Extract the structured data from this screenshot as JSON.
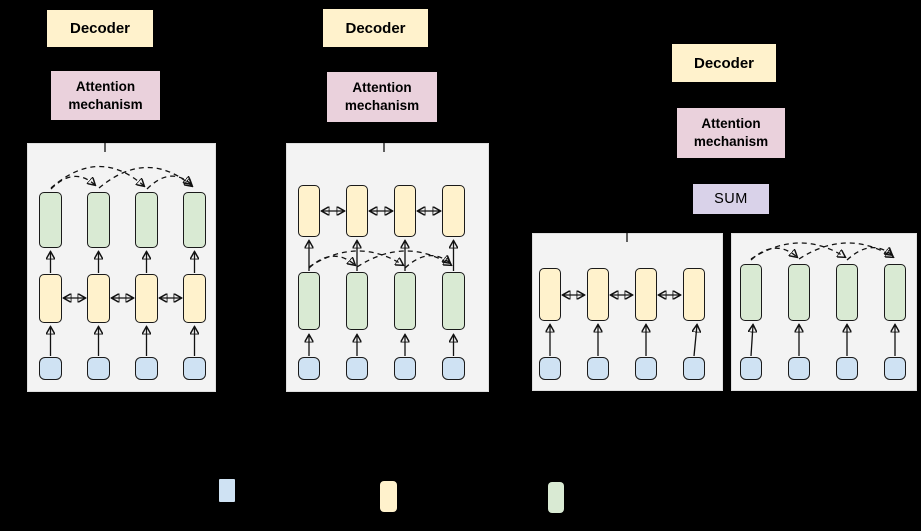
{
  "colors": {
    "background": "#000000",
    "panel": "#f3f3f3",
    "decoder_fill": "#fff2cc",
    "attention_fill": "#ead1dc",
    "sum_fill": "#d9d2e9",
    "blue_block": "#cfe2f3",
    "yellow_block": "#fff2cc",
    "green_block": "#d9ead3",
    "connector_stroke": "#111111"
  },
  "sections": [
    {
      "id": "left",
      "decoder_label": "Decoder",
      "attention_label": "Attention mechanism"
    },
    {
      "id": "middle",
      "decoder_label": "Decoder",
      "attention_label": "Attention mechanism"
    },
    {
      "id": "right",
      "decoder_label": "Decoder",
      "attention_label": "Attention mechanism",
      "sum_label": "SUM"
    }
  ],
  "diagram": {
    "type": "architecture-comparison",
    "panels": [
      {
        "index": 1,
        "section": "left",
        "columns": 4,
        "rows_bottom_to_top": [
          "blue",
          "yellow",
          "green"
        ],
        "yellow_row_links": "horizontal-bidirectional-arrows",
        "green_row_links": "dashed-attention-arcs",
        "vertical_links": [
          "blue-to-yellow-up-arrows",
          "yellow-to-green-up-arrows"
        ]
      },
      {
        "index": 2,
        "section": "middle",
        "columns": 4,
        "rows_bottom_to_top": [
          "blue",
          "green",
          "yellow"
        ],
        "yellow_row_links": "horizontal-bidirectional-arrows",
        "green_row_links": "dashed-attention-arcs",
        "vertical_links": [
          "blue-to-green-up-arrows",
          "green-to-yellow-up-arrows"
        ]
      },
      {
        "index": 3,
        "section": "right",
        "columns": 4,
        "rows_bottom_to_top": [
          "blue",
          "yellow"
        ],
        "yellow_row_links": "horizontal-bidirectional-arrows",
        "vertical_links": [
          "blue-to-yellow-up-arrows"
        ]
      },
      {
        "index": 4,
        "section": "right",
        "columns": 4,
        "rows_bottom_to_top": [
          "blue",
          "green"
        ],
        "green_row_links": "dashed-attention-arcs",
        "vertical_links": [
          "blue-to-green-up-arrows"
        ]
      }
    ],
    "dashed_arcs_pattern": [
      "1-to-2",
      "1-to-3",
      "2-to-4",
      "3-to-4"
    ]
  },
  "legend": {
    "items": [
      {
        "name": "blue-block-swatch",
        "color": "#cfe2f3"
      },
      {
        "name": "yellow-block-swatch",
        "color": "#fff2cc"
      },
      {
        "name": "green-block-swatch",
        "color": "#d9ead3"
      }
    ]
  }
}
